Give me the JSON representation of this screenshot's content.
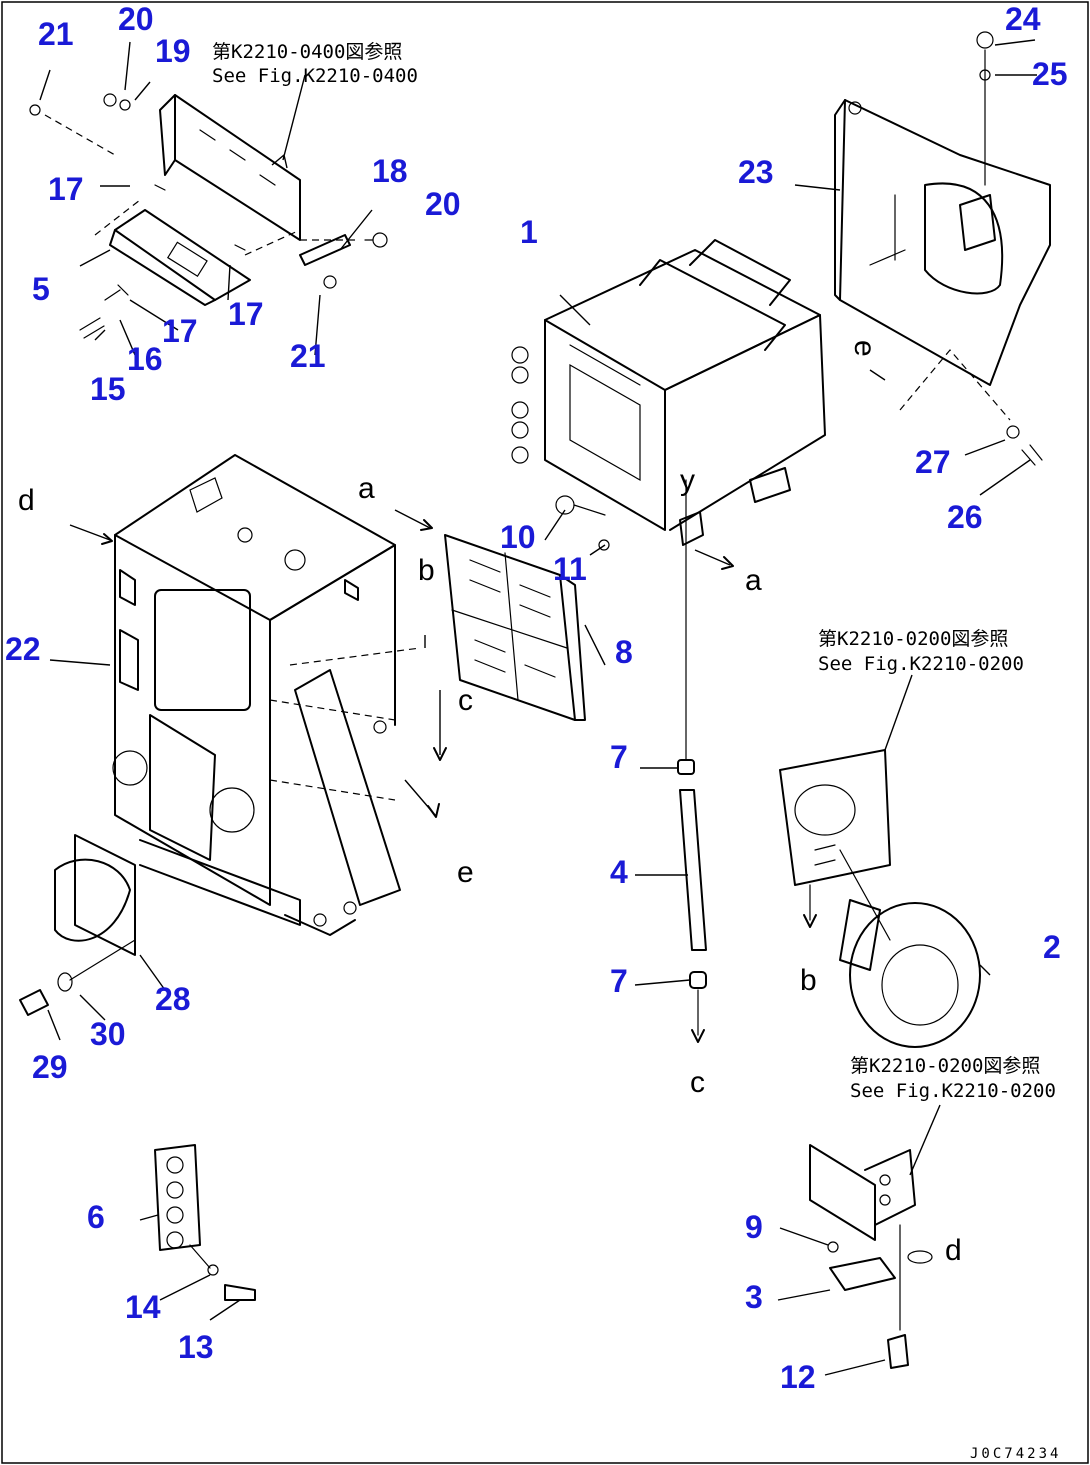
{
  "drawing_code": "J0C74234",
  "references": [
    {
      "jp": "第K2210-0400図参照",
      "en": "See Fig.K2210-0400"
    },
    {
      "jp": "第K2210-0200図参照",
      "en": "See Fig.K2210-0200"
    },
    {
      "jp": "第K2210-0200図参照",
      "en": "See Fig.K2210-0200"
    }
  ],
  "connectors": [
    "a",
    "b",
    "c",
    "d",
    "e",
    "y"
  ],
  "callouts": [
    "1",
    "2",
    "3",
    "4",
    "5",
    "6",
    "7",
    "8",
    "9",
    "10",
    "11",
    "12",
    "13",
    "14",
    "15",
    "16",
    "17",
    "18",
    "19",
    "20",
    "21",
    "22",
    "23",
    "24",
    "25",
    "26",
    "27",
    "28",
    "29",
    "30"
  ]
}
